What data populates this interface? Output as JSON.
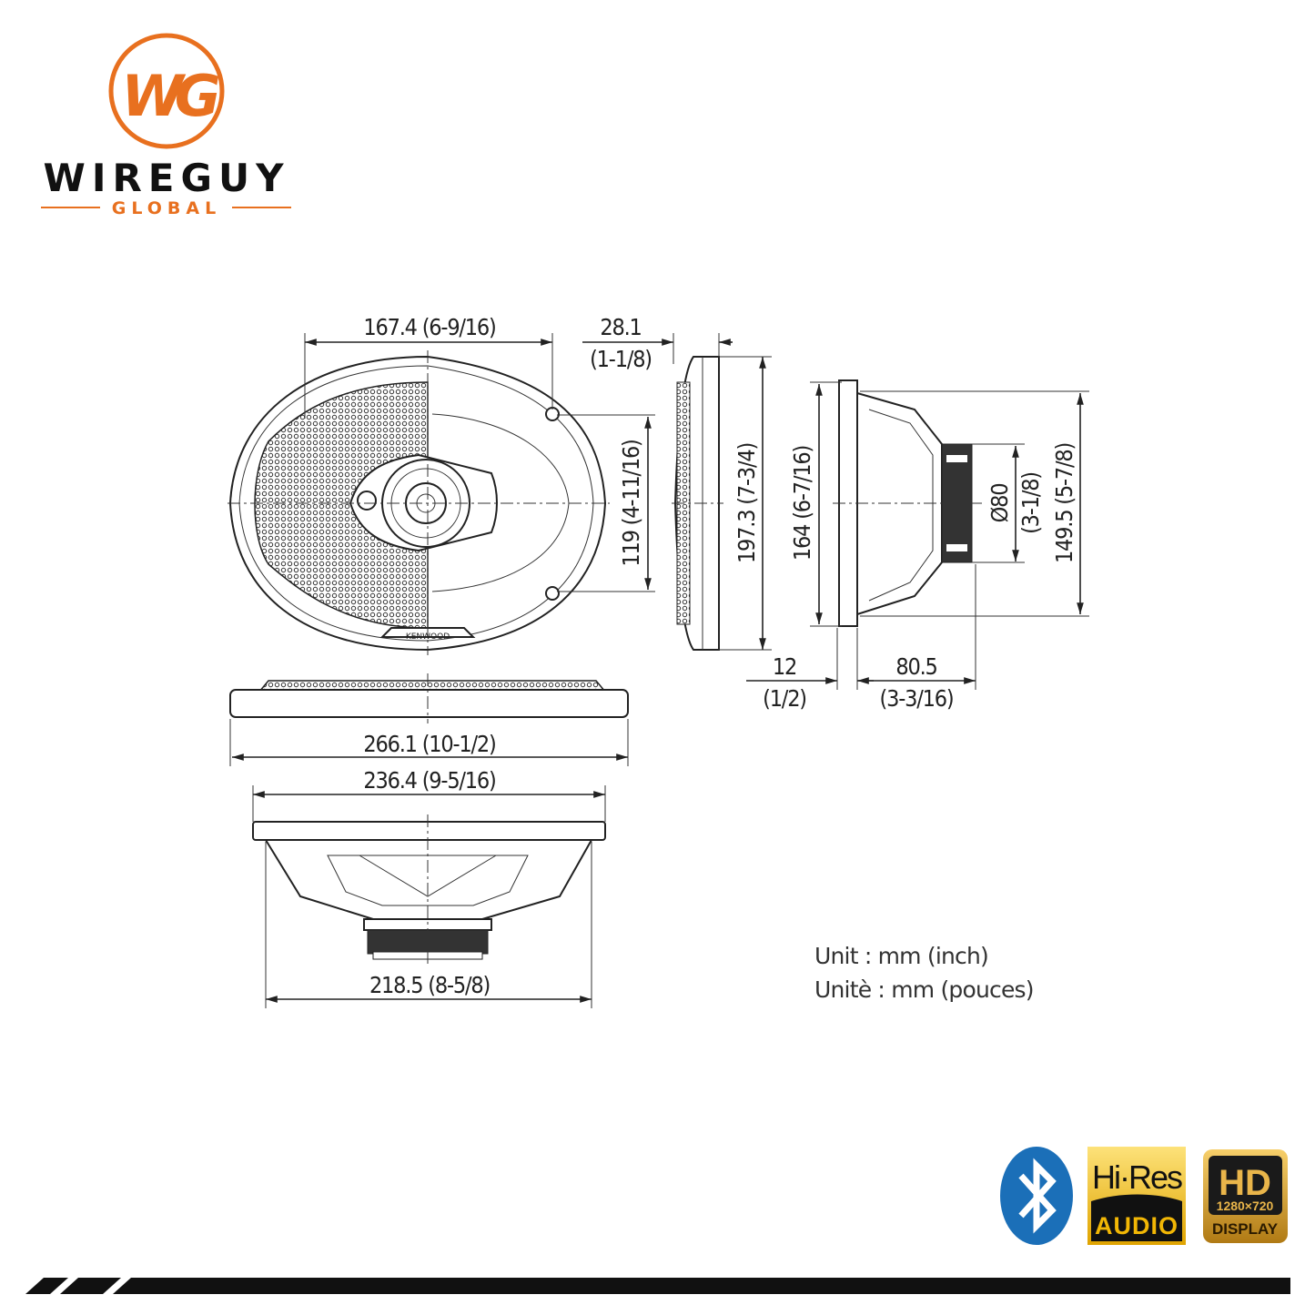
{
  "logo": {
    "brand_top": "WIREGUY",
    "brand_bottom": "GLOBAL",
    "monogram": "WG",
    "color": "#e8701f"
  },
  "diagram": {
    "dimensions": {
      "front_width": "167.4 (6-9/16)",
      "depth_top_mm": "28.1",
      "depth_top_in": "(1-1/8)",
      "front_mount_height": "119 (4-11/16)",
      "side_height": "197.3 (7-3/4)",
      "rear_height": "164 (6-7/16)",
      "magnet_dia_mm": "Ø80",
      "magnet_dia_in": "(3-1/8)",
      "rear_frame_height": "149.5 (5-7/8)",
      "flange_mm": "12",
      "flange_in": "(1/2)",
      "mount_depth_mm": "80.5",
      "mount_depth_in": "(3-3/16)",
      "overall_width": "266.1 (10-1/2)",
      "frame_width": "236.4 (9-5/16)",
      "cutout_width": "218.5 (8-5/8)"
    },
    "brand_on_speaker": "KENWOOD",
    "units": [
      "Unit : mm (inch)",
      "Unitè : mm (pouces)"
    ]
  },
  "badges": {
    "bluetooth": {
      "icon": "bluetooth-icon",
      "color": "#1b6fb8"
    },
    "hires": {
      "line1": "Hi·Res",
      "line2": "AUDIO",
      "color": "#f2b705"
    },
    "hd": {
      "line1": "HD",
      "line2": "1280×720",
      "line3": "DISPLAY",
      "color": "#d9a12a"
    }
  }
}
